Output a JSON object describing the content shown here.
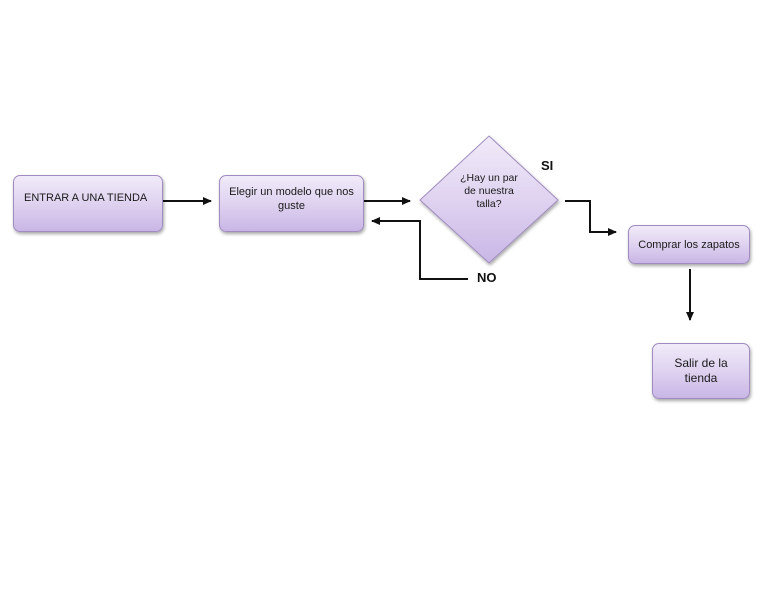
{
  "flowchart": {
    "nodes": {
      "enter_store": "ENTRAR A UNA TIENDA",
      "choose_model": "Elegir un modelo que nos guste",
      "size_question": "¿Hay un par de nuestra talla?",
      "buy_shoes": "Comprar los zapatos",
      "leave_store": "Salir de la tienda"
    },
    "branches": {
      "yes": "SI",
      "no": "NO"
    }
  },
  "colors": {
    "node_fill_top": "#f1ebf9",
    "node_fill_bottom": "#c9b6e6",
    "node_border": "#a08cc0",
    "arrow": "#111111"
  }
}
